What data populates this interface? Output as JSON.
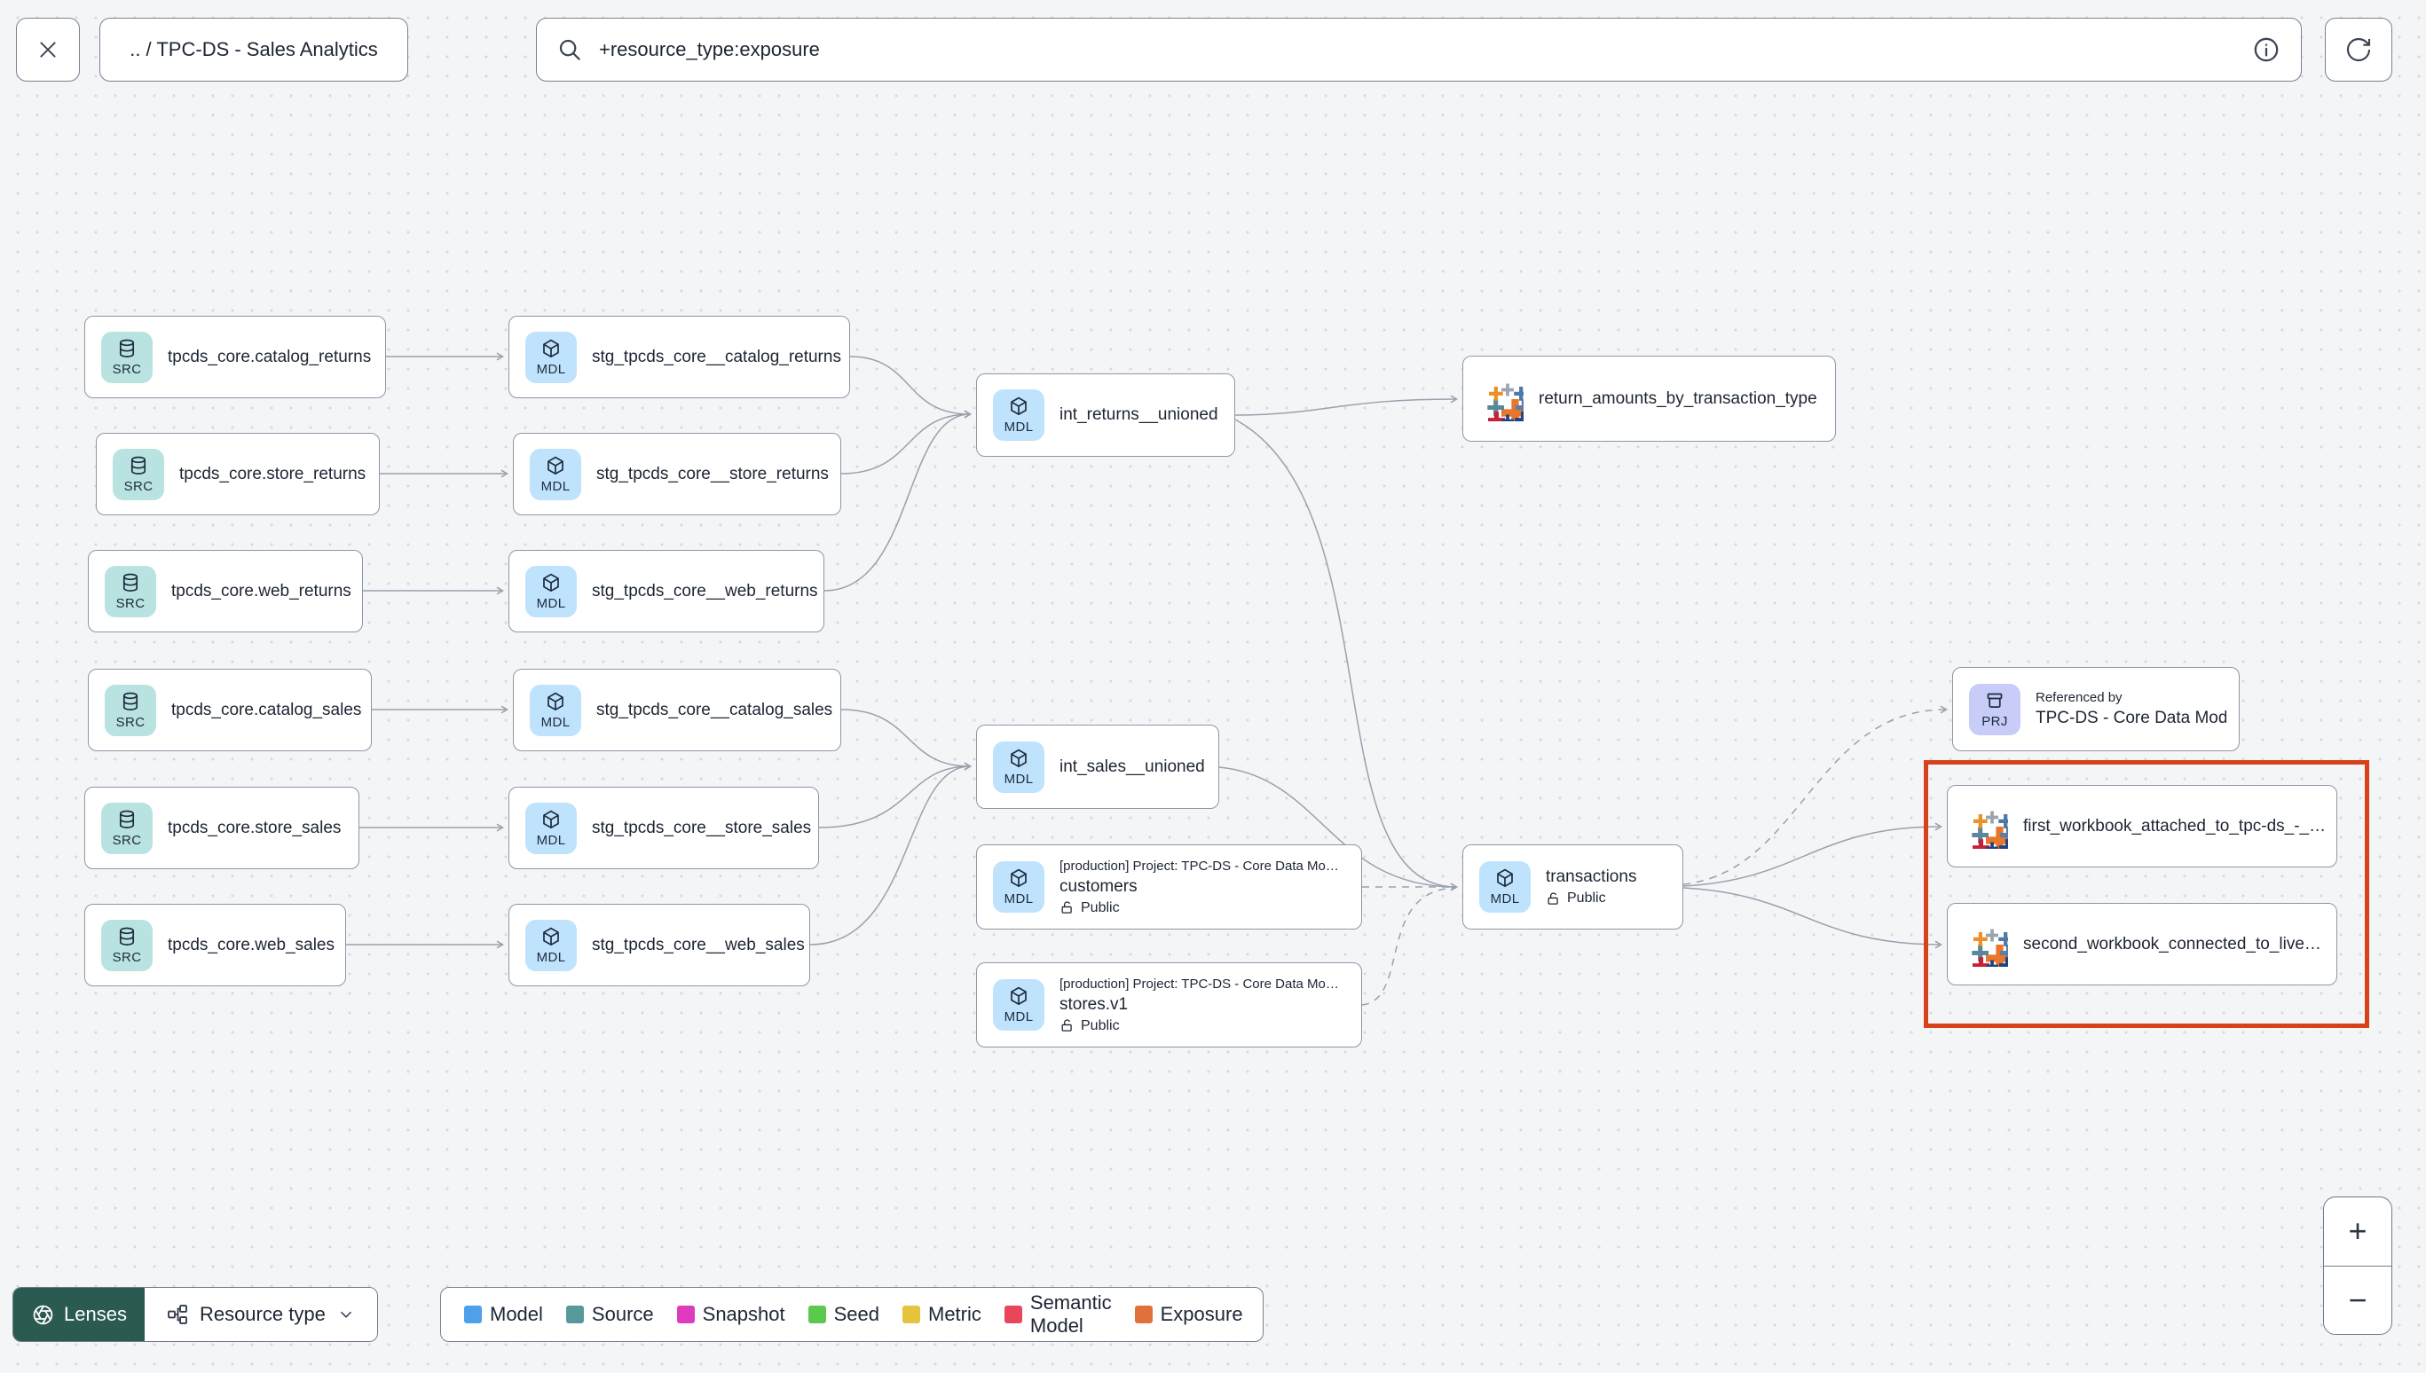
{
  "topbar": {
    "breadcrumb": ".. / TPC-DS - Sales Analytics",
    "search": {
      "value": "+resource_type:exposure"
    }
  },
  "nodes": {
    "src_catalog_returns": {
      "badge": "SRC",
      "label": "tpcds_core.catalog_returns"
    },
    "src_store_returns": {
      "badge": "SRC",
      "label": "tpcds_core.store_returns"
    },
    "src_web_returns": {
      "badge": "SRC",
      "label": "tpcds_core.web_returns"
    },
    "src_catalog_sales": {
      "badge": "SRC",
      "label": "tpcds_core.catalog_sales"
    },
    "src_store_sales": {
      "badge": "SRC",
      "label": "tpcds_core.store_sales"
    },
    "src_web_sales": {
      "badge": "SRC",
      "label": "tpcds_core.web_sales"
    },
    "stg_catalog_returns": {
      "badge": "MDL",
      "label": "stg_tpcds_core__catalog_returns"
    },
    "stg_store_returns": {
      "badge": "MDL",
      "label": "stg_tpcds_core__store_returns"
    },
    "stg_web_returns": {
      "badge": "MDL",
      "label": "stg_tpcds_core__web_returns"
    },
    "stg_catalog_sales": {
      "badge": "MDL",
      "label": "stg_tpcds_core__catalog_sales"
    },
    "stg_store_sales": {
      "badge": "MDL",
      "label": "stg_tpcds_core__store_sales"
    },
    "stg_web_sales": {
      "badge": "MDL",
      "label": "stg_tpcds_core__web_sales"
    },
    "int_returns_unioned": {
      "badge": "MDL",
      "label": "int_returns__unioned"
    },
    "int_sales_unioned": {
      "badge": "MDL",
      "label": "int_sales__unioned"
    },
    "return_amounts": {
      "label": "return_amounts_by_transaction_type"
    },
    "customers": {
      "badge": "MDL",
      "meta": "[production] Project: TPC-DS - Core Data Mo…",
      "label": "customers",
      "access": "Public"
    },
    "stores": {
      "badge": "MDL",
      "meta": "[production] Project: TPC-DS - Core Data Mo…",
      "label": "stores.v1",
      "access": "Public"
    },
    "transactions": {
      "badge": "MDL",
      "label": "transactions",
      "access": "Public"
    },
    "referenced_by": {
      "badge": "PRJ",
      "meta": "Referenced by",
      "label": "TPC-DS - Core Data Models"
    },
    "first_workbook": {
      "label": "first_workbook_attached_to_tpc-ds_-_…"
    },
    "second_workbook": {
      "label": "second_workbook_connected_to_live…"
    }
  },
  "footer": {
    "lenses_label": "Lenses",
    "resource_type_label": "Resource type",
    "legend": {
      "items": [
        {
          "label": "Model",
          "color": "#4da0ea"
        },
        {
          "label": "Source",
          "color": "#57999b"
        },
        {
          "label": "Snapshot",
          "color": "#df3bbf"
        },
        {
          "label": "Seed",
          "color": "#5ac94e"
        },
        {
          "label": "Metric",
          "color": "#e5c33c"
        },
        {
          "label": "Semantic Model",
          "color": "#e9465c"
        },
        {
          "label": "Exposure",
          "color": "#e0713c"
        }
      ]
    }
  },
  "zoom_controls": {
    "zoom_in": "+",
    "zoom_out": "−"
  },
  "colors": {
    "highlight_box": "#d8421b",
    "lenses_bg": "#2b5a50",
    "badge_src_bg": "#b9e3e0",
    "badge_mdl_bg": "#bfe3fc",
    "badge_prj_bg": "#c7cdf8",
    "edge": "#98a1ae"
  },
  "icons": [
    "close-icon",
    "search-icon",
    "info-icon",
    "refresh-icon",
    "database-icon",
    "model-cube-icon",
    "project-icon",
    "lock-open-icon",
    "tableau-icon",
    "lenses-aperture-icon",
    "resource-type-icon",
    "chevron-down-icon",
    "zoom-in-icon",
    "zoom-out-icon"
  ]
}
